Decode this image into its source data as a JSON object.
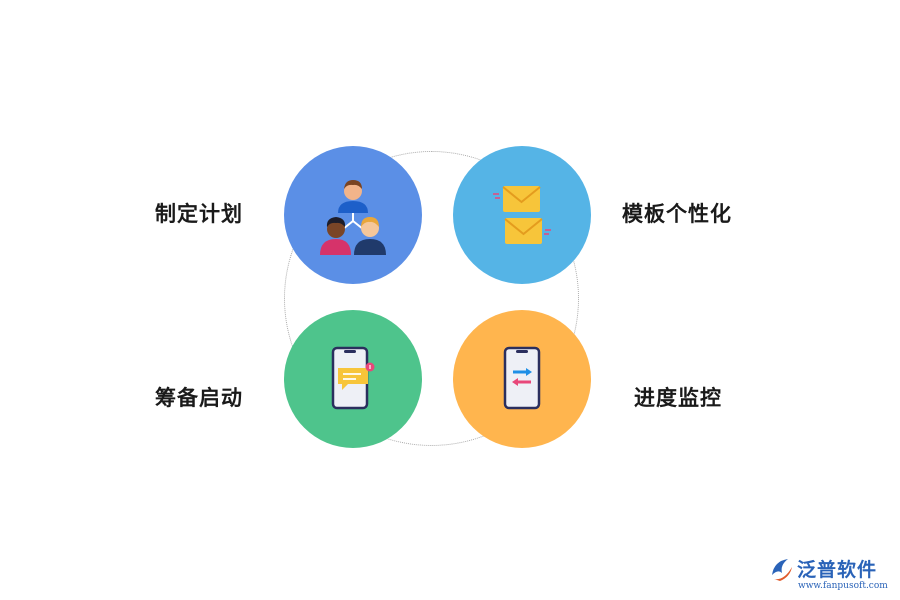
{
  "nodes": [
    {
      "label": "制定计划",
      "icon": "people-hierarchy-icon",
      "color": "#5b8fe6"
    },
    {
      "label": "模板个性化",
      "icon": "envelopes-icon",
      "color": "#55b4e6"
    },
    {
      "label": "筹备启动",
      "icon": "phone-message-icon",
      "color": "#4ec48c"
    },
    {
      "label": "进度监控",
      "icon": "phone-transfer-icon",
      "color": "#ffb54e"
    }
  ],
  "logo": {
    "name": "泛普软件",
    "url": "www.fanpusoft.com"
  }
}
